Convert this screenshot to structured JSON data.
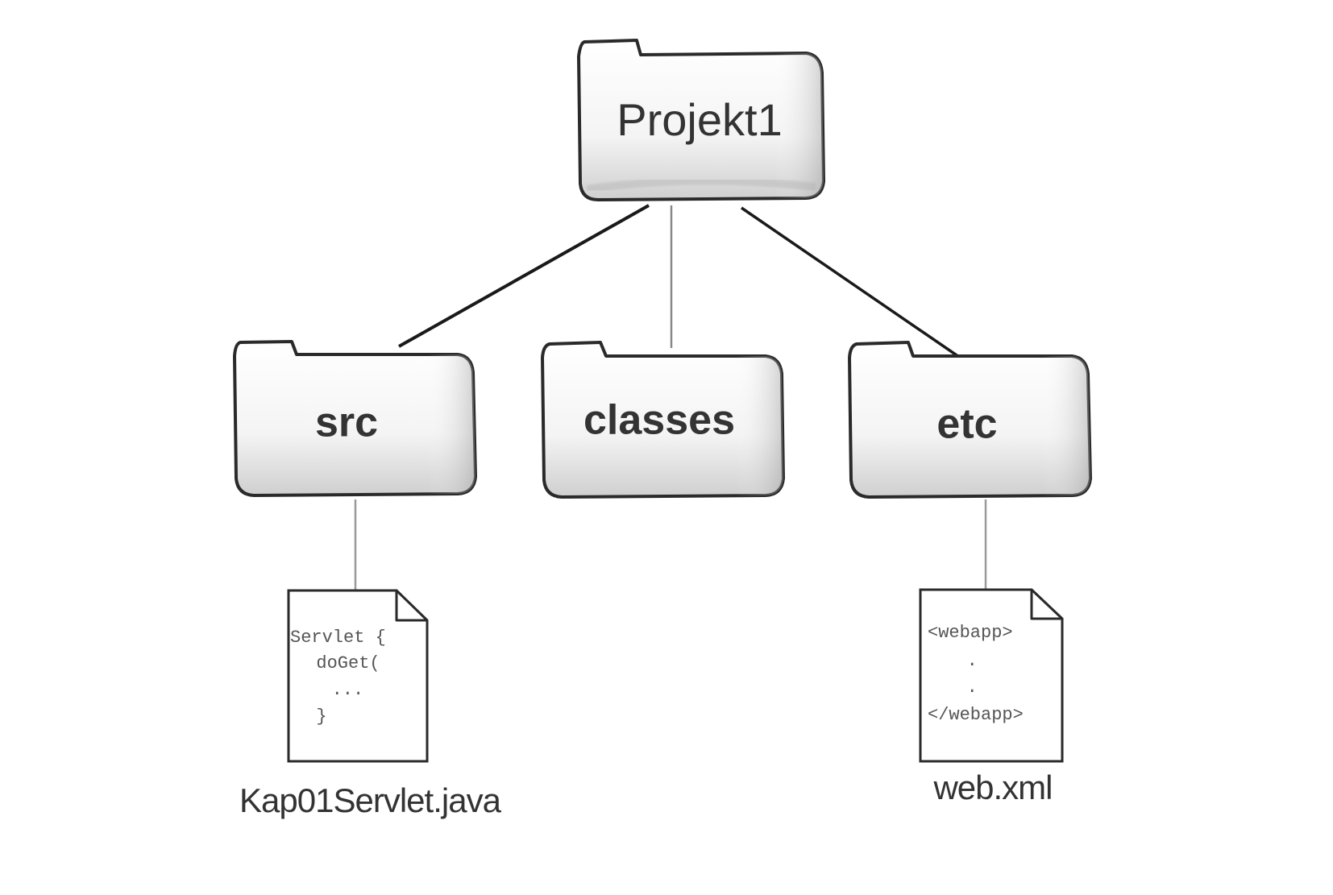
{
  "tree": {
    "root": {
      "label": "Projekt1",
      "icon": "folder-icon"
    },
    "folders": [
      {
        "label": "src",
        "icon": "folder-icon"
      },
      {
        "label": "classes",
        "icon": "folder-icon"
      },
      {
        "label": "etc",
        "icon": "folder-icon"
      }
    ],
    "files": [
      {
        "caption": "Kap01Servlet.java",
        "icon": "document-icon",
        "code_lines": [
          "Servlet {",
          "  doGet(",
          "   ...",
          "  }"
        ]
      },
      {
        "caption": "web.xml",
        "icon": "document-icon",
        "code_lines": [
          "<webapp>",
          "   .",
          "   .",
          "</webapp>"
        ]
      }
    ]
  }
}
